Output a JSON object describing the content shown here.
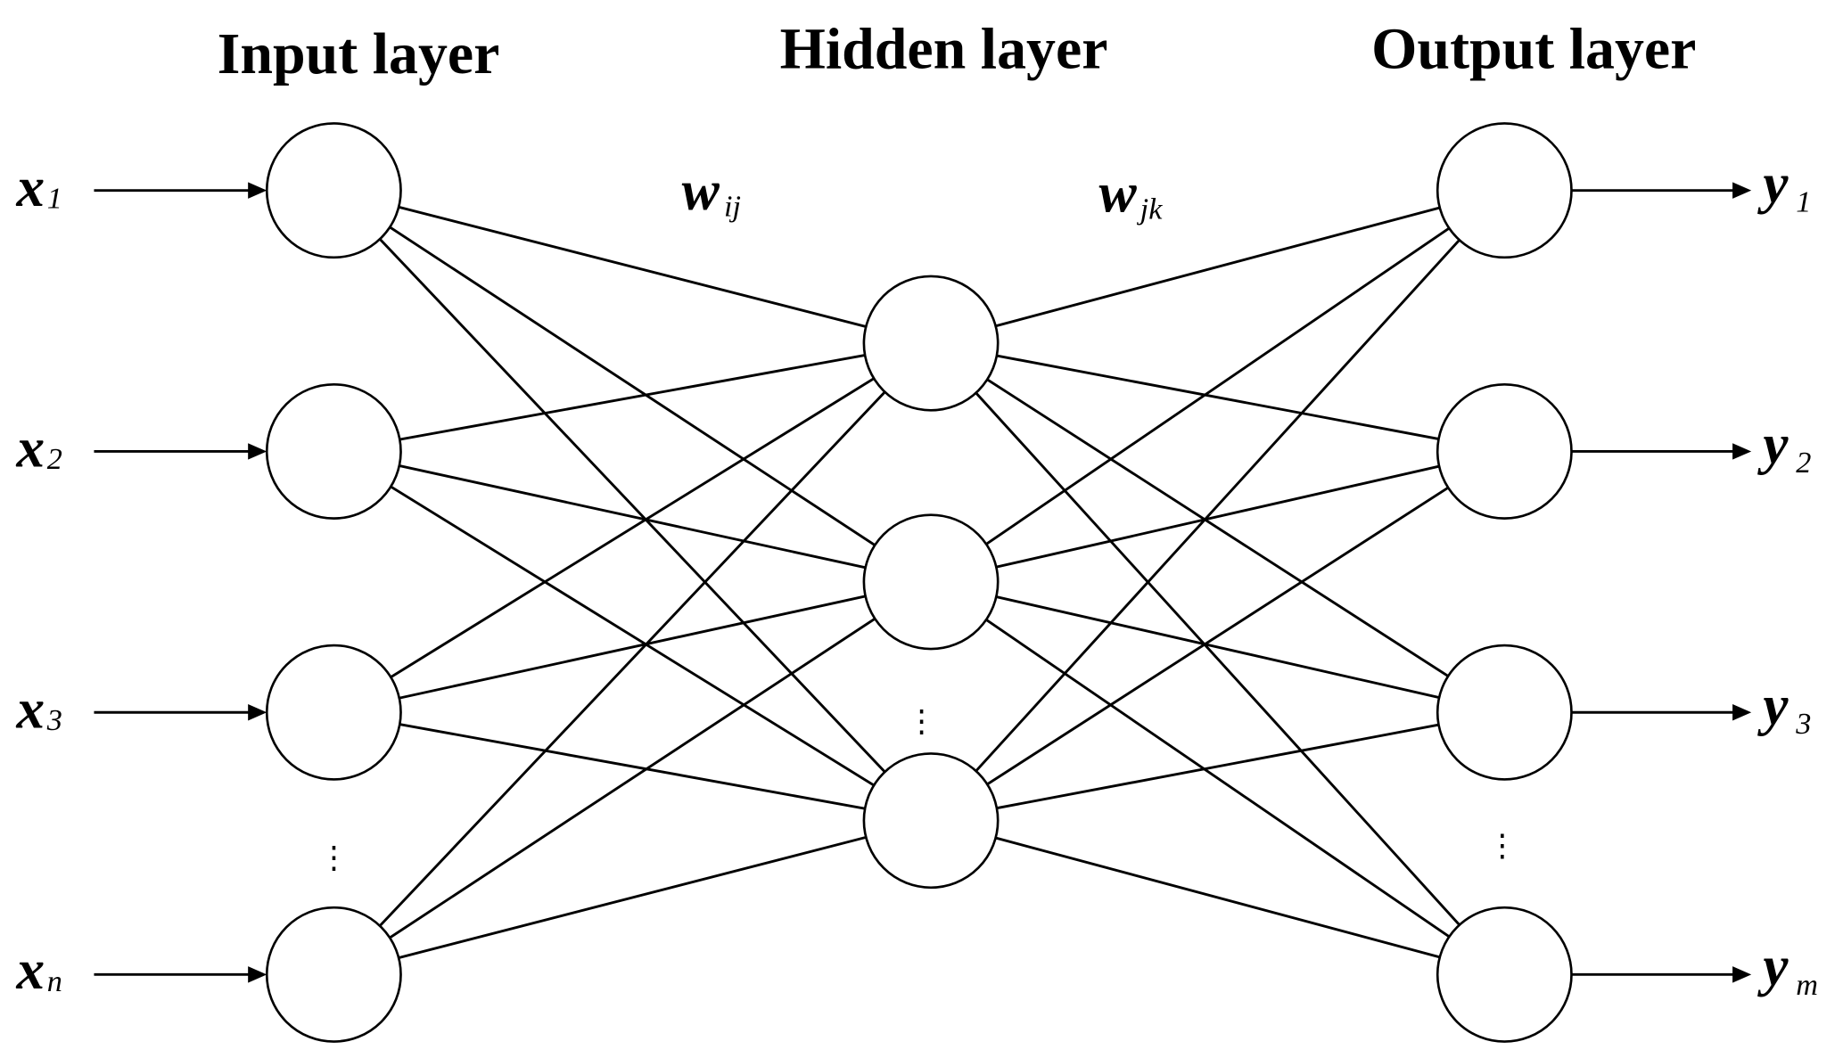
{
  "titles": {
    "input": "Input layer",
    "hidden": "Hidden layer",
    "output": "Output layer"
  },
  "weights": {
    "input_hidden": {
      "base": "w",
      "sub": "ij"
    },
    "hidden_output": {
      "base": "w",
      "sub": "jk"
    }
  },
  "inputs": [
    {
      "base": "x",
      "sub": "1"
    },
    {
      "base": "x",
      "sub": "2"
    },
    {
      "base": "x",
      "sub": "3"
    },
    {
      "base": "x",
      "sub": "n"
    }
  ],
  "outputs": [
    {
      "base": "y",
      "sub": "1"
    },
    {
      "base": "y",
      "sub": "2"
    },
    {
      "base": "y",
      "sub": "3"
    },
    {
      "base": "y",
      "sub": "m"
    }
  ],
  "ellipsis": "⋮",
  "network": {
    "input_nodes": 4,
    "hidden_nodes": 3,
    "output_nodes": 4,
    "fully_connected": true
  }
}
